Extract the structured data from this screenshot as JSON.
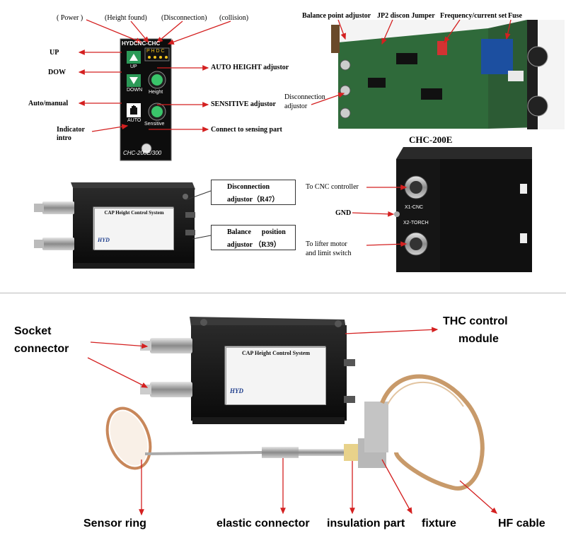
{
  "controller_panel": {
    "indicators": {
      "power": "( Power )",
      "height_found": "(Height found)",
      "disconnection": "(Disconnection)",
      "collision": "(collision)"
    },
    "left_labels": {
      "up": "UP",
      "down": "DOW",
      "auto_manual": "Auto/manual",
      "indicator_intro_line1": "Indicator",
      "indicator_intro_line2": "intro"
    },
    "right_labels": {
      "auto_height": "AUTO HEIGHT adjustor",
      "sensitive": "SENSITIVE adjustor",
      "sensing": "Connect to sensing part"
    },
    "panel_text": {
      "brand": "HYDCNC-CHC",
      "leds": "P H D C",
      "up_btn": "UP",
      "down_btn": "DOWN",
      "auto_btn": "AUTO",
      "height_knob": "Height",
      "sensitive_knob": "Sensitive",
      "model": "CHC-200E/300"
    }
  },
  "board": {
    "labels": {
      "balance_point": "Balance point adjustor",
      "jp2": "JP2 discon Jumper",
      "freq": "Frequency/current set",
      "fuse": "Fuse",
      "disconnection_line1": "Disconnection",
      "disconnection_line2": "adjustor"
    },
    "title": "CHC-200E"
  },
  "box_small": {
    "callout1_line1": "Disconnection",
    "callout1_line2": "adjustor（R47）",
    "callout2_line1": "Balance      position",
    "callout2_line2": "adjustor （R39）",
    "sticker_title": "CAP Height Control System",
    "brand": "HYD"
  },
  "box_side": {
    "to_cnc": "To CNC controller",
    "gnd": "GND",
    "lifter_line1": "To  lifter  motor",
    "lifter_line2": "and limit switch",
    "x1": "X1-CNC",
    "x2": "X2-TORCH"
  },
  "assembly": {
    "socket_line1": "Socket",
    "socket_line2": "connector",
    "thc_line1": "THC control",
    "thc_line2": "module",
    "sensor_ring": "Sensor ring",
    "elastic": "elastic connector",
    "insulation": "insulation part",
    "fixture": "fixture",
    "hf_cable": "HF cable",
    "sticker_title": "CAP  Height  Control System",
    "brand": "HYD"
  },
  "colors": {
    "arrow": "#d42020",
    "box": "#141414",
    "board": "#2f6a3a",
    "panel": "#0d0d0d",
    "cable": "#c89a6a"
  }
}
